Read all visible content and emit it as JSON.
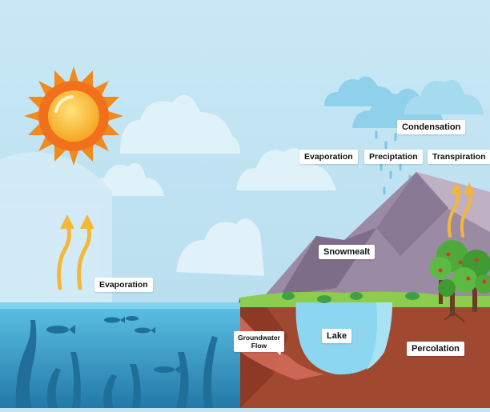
{
  "labels": {
    "condensation": "Condensation",
    "evaporation_top": "Evaporation",
    "precipitation": "Preciptation",
    "transpiration": "Transpiration",
    "snowmelt": "Snowmealt",
    "evaporation_sea": "Evaporation",
    "groundwater_line1": "Groundwater",
    "groundwater_line2": "Flow",
    "lake": "Lake",
    "percolation": "Percolation"
  },
  "colors": {
    "sky": "#c4e4f2",
    "sea": "#2f9fc9",
    "mountain": "#9b8aa3",
    "soil": "#a34530",
    "grass": "#8ccc4f",
    "sun": "#f5b526",
    "arrow": "#f4b73a"
  }
}
